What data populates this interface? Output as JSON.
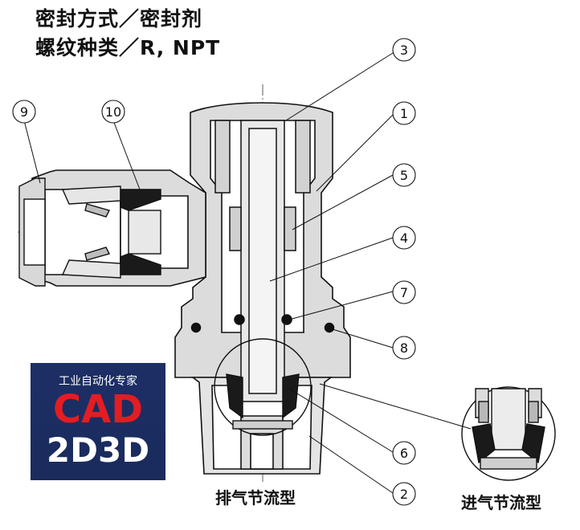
{
  "header": {
    "line1": "密封方式／密封剂",
    "line2": "螺纹种类／R, NPT"
  },
  "callouts": [
    "1",
    "2",
    "3",
    "4",
    "5",
    "6",
    "7",
    "8",
    "9",
    "10"
  ],
  "captions": {
    "exhaust": "排气节流型",
    "intake": "进气节流型"
  },
  "logo": {
    "subtitle": "工业自动化专家",
    "main": "CAD",
    "secondary": "2D3D"
  }
}
